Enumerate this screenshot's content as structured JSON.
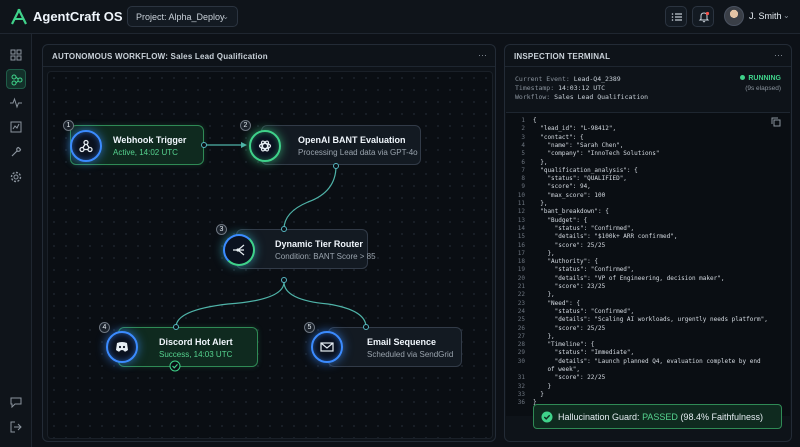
{
  "app": {
    "title": "AgentCraft OS",
    "project_label": "Project: Alpha_Deploy",
    "user_name": "J. Smith"
  },
  "sidebar": {
    "items": [
      {
        "icon": "grid-icon",
        "active": false
      },
      {
        "icon": "workflow-icon",
        "active": true
      },
      {
        "icon": "activity-icon",
        "active": false
      },
      {
        "icon": "chart-icon",
        "active": false
      },
      {
        "icon": "wrench-icon",
        "active": false
      },
      {
        "icon": "gear-icon",
        "active": false
      },
      {
        "icon": "feedback-icon",
        "active": false
      },
      {
        "icon": "logout-icon",
        "active": false
      }
    ]
  },
  "workflow": {
    "header": "AUTONOMOUS WORKFLOW: Sales Lead Qualification",
    "menu": "···",
    "nodes": [
      {
        "num": "1",
        "title": "Webhook Trigger",
        "subtitle": "Active, 14:02 UTC",
        "icon": "webhook-icon",
        "status": "success"
      },
      {
        "num": "2",
        "title": "OpenAI BANT Evaluation",
        "subtitle": "Processing Lead data via GPT-4o",
        "icon": "openai-icon",
        "status": "neutral"
      },
      {
        "num": "3",
        "title": "Dynamic Tier Router",
        "subtitle": "Condition: BANT Score > 85",
        "icon": "router-icon",
        "status": "neutral"
      },
      {
        "num": "4",
        "title": "Discord Hot Alert",
        "subtitle": "Success, 14:03 UTC",
        "icon": "discord-icon",
        "status": "success"
      },
      {
        "num": "5",
        "title": "Email Sequence",
        "subtitle": "Scheduled via SendGrid",
        "icon": "mail-icon",
        "status": "neutral"
      }
    ]
  },
  "terminal": {
    "header": "INSPECTION TERMINAL",
    "menu": "···",
    "current_event_key": "Current Event:",
    "current_event": "Lead-Q4_2389",
    "timestamp_key": "Timestamp:",
    "timestamp": "14:03:12 UTC",
    "workflow_key": "Workflow:",
    "workflow": "Sales Lead Qualification",
    "status": "RUNNING",
    "elapsed": "(9s elapsed)",
    "code_lines": [
      {
        "n": "1",
        "t": "{"
      },
      {
        "n": "2",
        "t": "  \"lead_id\": \"L-98412\","
      },
      {
        "n": "3",
        "t": "  \"contact\": {"
      },
      {
        "n": "4",
        "t": "    \"name\": \"Sarah Chen\","
      },
      {
        "n": "5",
        "t": "    \"company\": \"InnoTech Solutions\""
      },
      {
        "n": "6",
        "t": "  },"
      },
      {
        "n": "7",
        "t": "  \"qualification_analysis\": {"
      },
      {
        "n": "8",
        "t": "    \"status\": \"QUALIFIED\","
      },
      {
        "n": "9",
        "t": "    \"score\": 94,"
      },
      {
        "n": "10",
        "t": "    \"max_score\": 100"
      },
      {
        "n": "11",
        "t": "  },"
      },
      {
        "n": "12",
        "t": "  \"bant_breakdown\": {"
      },
      {
        "n": "13",
        "t": "    \"Budget\": {"
      },
      {
        "n": "14",
        "t": "      \"status\": \"Confirmed\","
      },
      {
        "n": "15",
        "t": "      \"details\": \"$100k+ ARR confirmed\","
      },
      {
        "n": "16",
        "t": "      \"score\": 25/25"
      },
      {
        "n": "17",
        "t": "    },"
      },
      {
        "n": "18",
        "t": "    \"Authority\": {"
      },
      {
        "n": "19",
        "t": "      \"status\": \"Confirmed\","
      },
      {
        "n": "20",
        "t": "      \"details\": \"VP of Engineering, decision maker\","
      },
      {
        "n": "21",
        "t": "      \"score\": 23/25"
      },
      {
        "n": "22",
        "t": "    },"
      },
      {
        "n": "23",
        "t": "    \"Need\": {"
      },
      {
        "n": "24",
        "t": "      \"status\": \"Confirmed\","
      },
      {
        "n": "25",
        "t": "      \"details\": \"Scaling AI workloads, urgently needs platform\","
      },
      {
        "n": "26",
        "t": "      \"score\": 25/25"
      },
      {
        "n": "27",
        "t": "    },"
      },
      {
        "n": "28",
        "t": "    \"Timeline\": {"
      },
      {
        "n": "29",
        "t": "      \"status\": \"Immediate\","
      },
      {
        "n": "30",
        "t": "      \"details\": \"Launch planned Q4, evaluation complete by end"
      },
      {
        "n": "",
        "t": "    of week\","
      },
      {
        "n": "31",
        "t": "      \"score\": 22/25"
      },
      {
        "n": "32",
        "t": "    }"
      },
      {
        "n": "33",
        "t": "  }"
      },
      {
        "n": "36",
        "t": "}"
      }
    ],
    "guard_label": "Hallucination Guard:",
    "guard_status": "PASSED",
    "guard_detail": "(98.4% Faithfulness)"
  },
  "colors": {
    "accent_green": "#3fd28a",
    "accent_blue": "#3b8bff",
    "background": "#0d1117"
  }
}
